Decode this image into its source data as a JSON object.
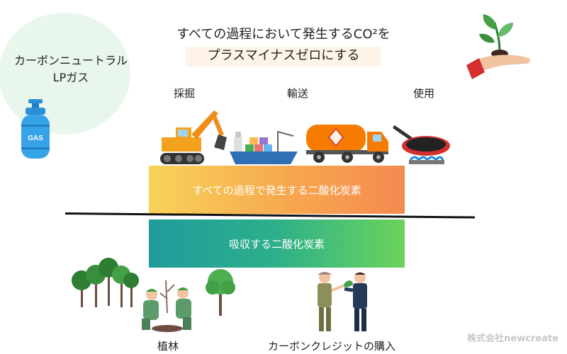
{
  "badge": {
    "line1": "カーボンニュートラル",
    "line2": "LPガス",
    "gas_label": "GAS"
  },
  "title": {
    "line1": "すべての過程において発生するCO²を",
    "line2": "プラスマイナスゼロにする"
  },
  "stages": [
    {
      "label": "採掘"
    },
    {
      "label": "輸送"
    },
    {
      "label": "使用"
    }
  ],
  "bands": {
    "emitted": "すべての過程で発生する二酸化炭素",
    "absorbed": "吸収する二酸化炭素"
  },
  "offsets": [
    {
      "label": "植林"
    },
    {
      "label": "カーボンクレジットの購入"
    }
  ],
  "watermark": "株式会社newcreate",
  "colors": {
    "emitted_gradient": [
      "#f7d35a",
      "#f58a50"
    ],
    "absorbed_gradient": [
      "#1f9c9c",
      "#6cd45a"
    ],
    "badge_bg": "#e9f6ec"
  },
  "icons": [
    "gas-cylinder-icon",
    "plant-in-hand-icon",
    "excavator-icon",
    "cargo-ship-icon",
    "tanker-truck-icon",
    "frying-pan-icon",
    "forest-trees-icon",
    "planting-people-icon",
    "tree-icon",
    "handshake-people-icon"
  ]
}
